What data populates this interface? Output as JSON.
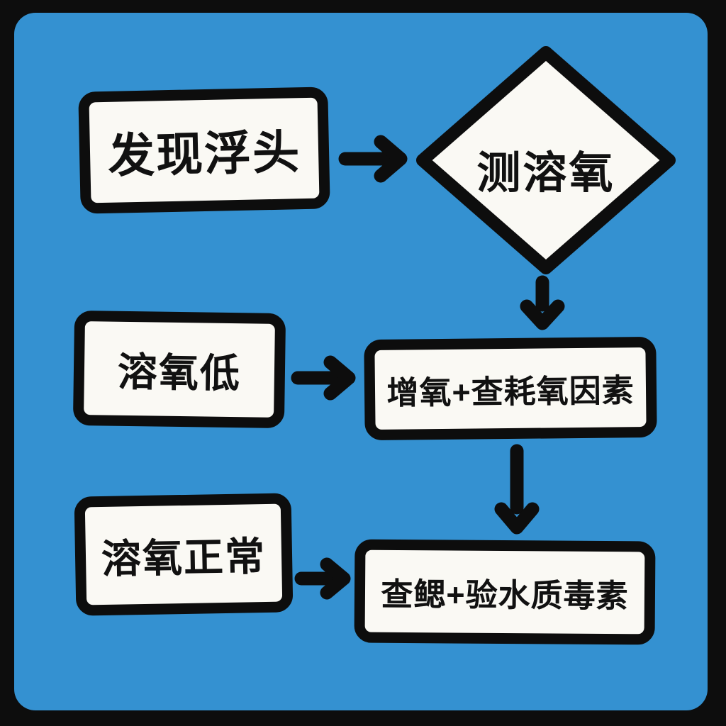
{
  "colors": {
    "background": "#3491d1",
    "outline": "#0d0d0d",
    "node_fill": "#faf9f4",
    "text": "#111111"
  },
  "nodes": {
    "start": {
      "label": "发现浮头",
      "shape": "rectangle"
    },
    "decision": {
      "label": "测溶氧",
      "shape": "diamond"
    },
    "low": {
      "label": "溶氧低",
      "shape": "rectangle"
    },
    "action_low": {
      "label": "增氧+查耗氧因素",
      "shape": "rectangle"
    },
    "normal": {
      "label": "溶氧正常",
      "shape": "rectangle"
    },
    "action_normal": {
      "label": "查鳃+验水质毒素",
      "shape": "rectangle"
    }
  },
  "edges": [
    {
      "from": "发现浮头",
      "to": "测溶氧",
      "direction": "right"
    },
    {
      "from": "测溶氧",
      "to": "增氧+查耗氧因素",
      "direction": "down"
    },
    {
      "from": "溶氧低",
      "to": "增氧+查耗氧因素",
      "direction": "right"
    },
    {
      "from": "增氧+查耗氧因素",
      "to": "查鳃+验水质毒素",
      "direction": "down"
    },
    {
      "from": "溶氧正常",
      "to": "查鳃+验水质毒素",
      "direction": "right"
    }
  ]
}
